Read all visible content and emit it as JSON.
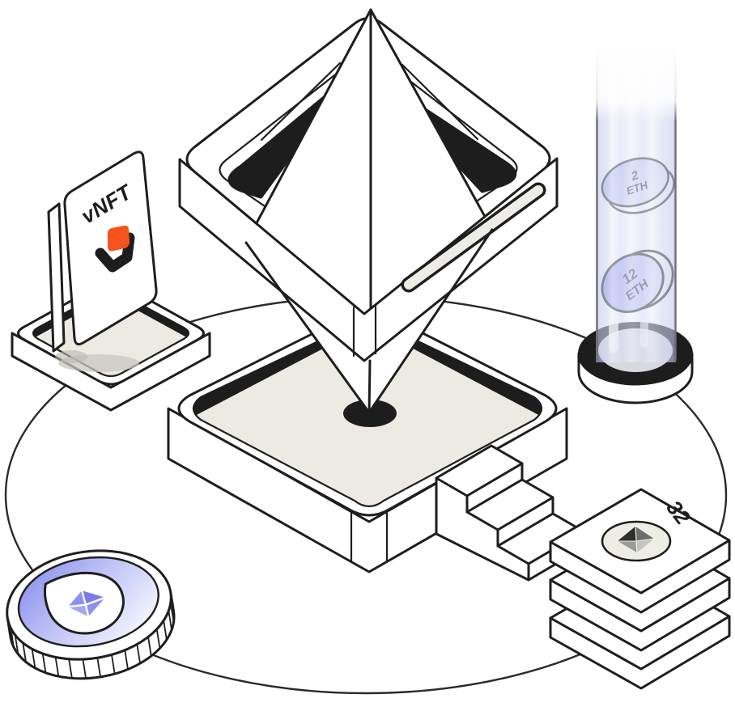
{
  "illustration": {
    "card": {
      "label": "vNFT"
    },
    "tube": {
      "coins": [
        {
          "value": "2",
          "unit": "ETH"
        },
        {
          "value": "12",
          "unit": "ETH"
        }
      ]
    },
    "stack": {
      "amount": "32"
    },
    "colors": {
      "ink": "#1E1E1E",
      "surface_beige": "#ECEAE3",
      "accent_orange": "#F5531B",
      "coin_purple": "#8A8FF0",
      "tube_lavender": "#DFE2F6"
    }
  }
}
